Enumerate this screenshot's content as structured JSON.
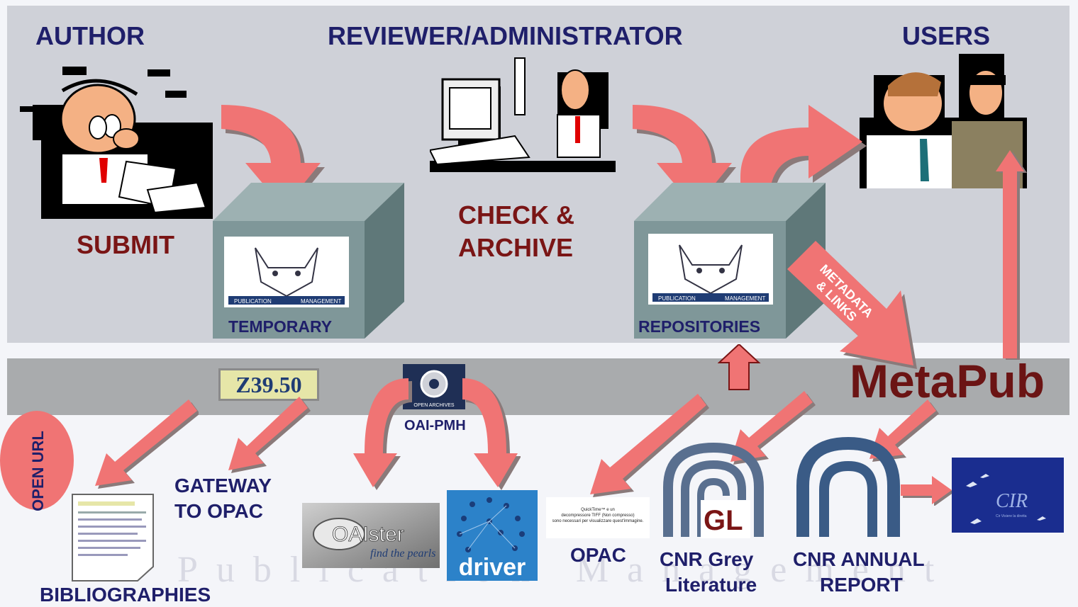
{
  "roles": {
    "author": "AUTHOR",
    "reviewer": "REVIEWER/ADMINISTRATOR",
    "users": "USERS"
  },
  "actions": {
    "submit": "SUBMIT",
    "check_line1": "CHECK &",
    "check_line2": "ARCHIVE"
  },
  "boxes": {
    "temporary": "TEMPORARY",
    "repositories": "REPOSITORIES",
    "logo_caption_left": "PUBLICATION",
    "logo_caption_right": "MANAGEMENT"
  },
  "metadata_links": {
    "line1": "METADATA",
    "line2": "& LINKS"
  },
  "metapub": "MetaPub",
  "protocols": {
    "z3950": "Z39.50",
    "oai_pmh": "OAI-PMH",
    "open_url": "OPEN URL",
    "open_archives_badge": "OPEN ARCHIVES"
  },
  "outputs": {
    "bibliographies": "BIBLIOGRAPHIES",
    "gateway_line1": "GATEWAY",
    "gateway_line2": "TO OPAC",
    "oaister_main": "OAIster",
    "oaister_tagline": "find the pearls",
    "driver": "driver",
    "opac": "OPAC",
    "quicktime_line1": "QuickTime™ e un",
    "quicktime_line2": "decompressore TIFF (Non compresso)",
    "quicktime_line3": "sono necessari per visualizzare quest'immagine.",
    "cnr_grey_line1": "CNR Grey",
    "cnr_grey_line2": "Literature",
    "gl_mark": "GL",
    "cnr_annual_line1": "CNR ANNUAL",
    "cnr_annual_line2": "REPORT",
    "cir_mark": "CIR",
    "cir_small": "Cir Visiere la diretta"
  },
  "watermark": "Publication Management",
  "colors": {
    "arrow": "#f07474",
    "title": "#1f1f6a",
    "action": "#7a1515",
    "band": "#a9abad",
    "panel": "#cfd1d8",
    "box": "#7f9799",
    "cnr_blue": "#3a5b86"
  }
}
